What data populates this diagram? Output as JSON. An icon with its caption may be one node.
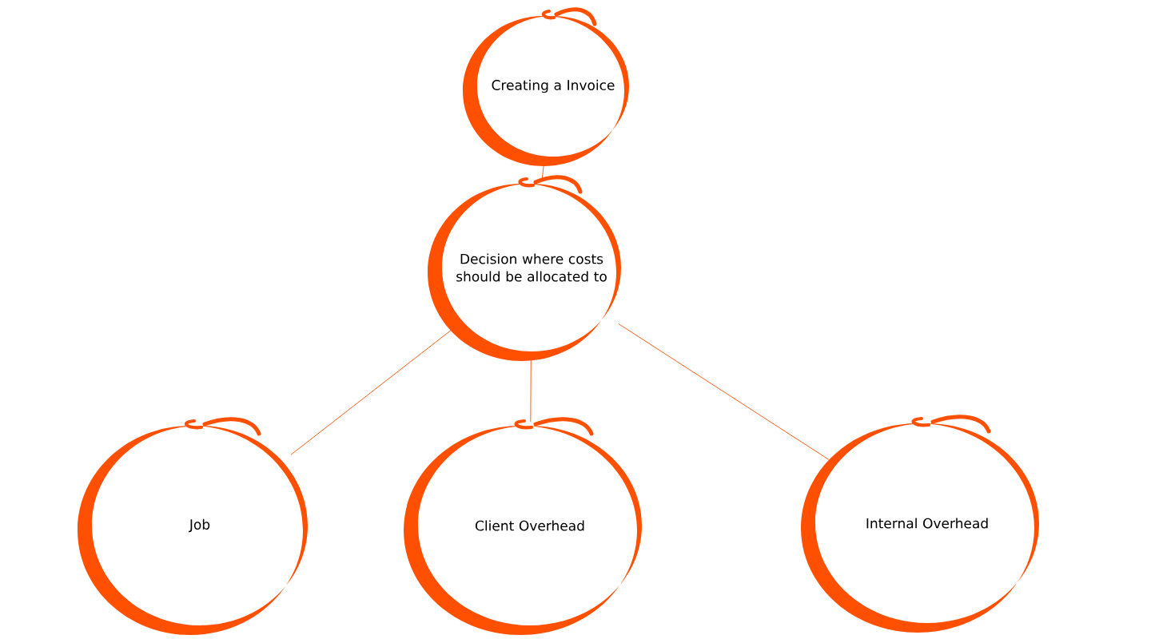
{
  "diagram": {
    "nodes": [
      {
        "text": [
          "Creating a Invoice"
        ]
      },
      {
        "text": [
          "Decision where costs should be allocated to"
        ]
      },
      {
        "text": [
          "Job"
        ]
      },
      {
        "text": [
          "Client Overhead"
        ]
      },
      {
        "text": [
          "Internal Overhead"
        ]
      }
    ],
    "edges": [
      {
        "from": 0,
        "to": 1,
        "arrow": "none"
      },
      {
        "from": 1,
        "to": 2,
        "arrow": "none"
      },
      {
        "from": 1,
        "to": 3,
        "arrow": "none"
      },
      {
        "from": 1,
        "to": 4,
        "arrow": "none"
      }
    ]
  }
}
